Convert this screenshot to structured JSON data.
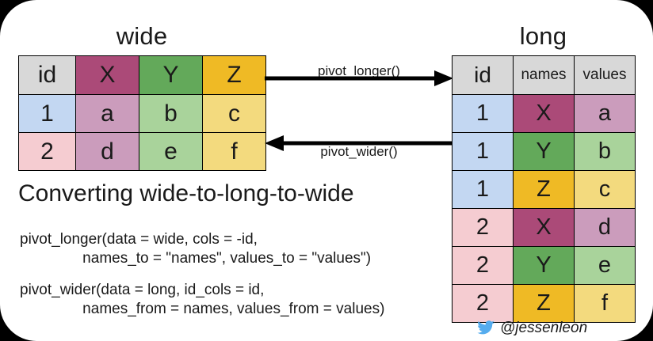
{
  "card": {
    "background": "#ffffff",
    "outer_background": "#000000"
  },
  "wide": {
    "title": "wide",
    "columns": [
      "id",
      "X",
      "Y",
      "Z"
    ],
    "rows": [
      [
        "1",
        "a",
        "b",
        "c"
      ],
      [
        "2",
        "d",
        "e",
        "f"
      ]
    ]
  },
  "long": {
    "title": "long",
    "columns": [
      "id",
      "names",
      "values"
    ],
    "rows": [
      [
        "1",
        "X",
        "a"
      ],
      [
        "1",
        "Y",
        "b"
      ],
      [
        "1",
        "Z",
        "c"
      ],
      [
        "2",
        "X",
        "d"
      ],
      [
        "2",
        "Y",
        "e"
      ],
      [
        "2",
        "Z",
        "f"
      ]
    ]
  },
  "arrows": {
    "to_long_label": "pivot_longer()",
    "to_wide_label": "pivot_wider()"
  },
  "headline": "Converting wide-to-long-to-wide",
  "code": {
    "line1": "pivot_longer(data = wide, cols = -id,",
    "line2": "               names_to = \"names\", values_to = \"values\")",
    "line3": "pivot_wider(data = long, id_cols = id,",
    "line4": "               names_from = names, values_from = values)"
  },
  "credit": {
    "icon": "twitter-bird-icon",
    "handle": "@jessenleon",
    "icon_color": "#55acee"
  },
  "colors": {
    "header_grey": "#d8d8d8",
    "id_blue": "#c3d7f2",
    "id_pink": "#f5ccd1",
    "magenta_dark": "#ab4a78",
    "magenta_light": "#cb9cbc",
    "green_dark": "#63a95a",
    "green_light": "#a9d39b",
    "yellow_dark": "#efba25",
    "yellow_light": "#f3da7e"
  }
}
